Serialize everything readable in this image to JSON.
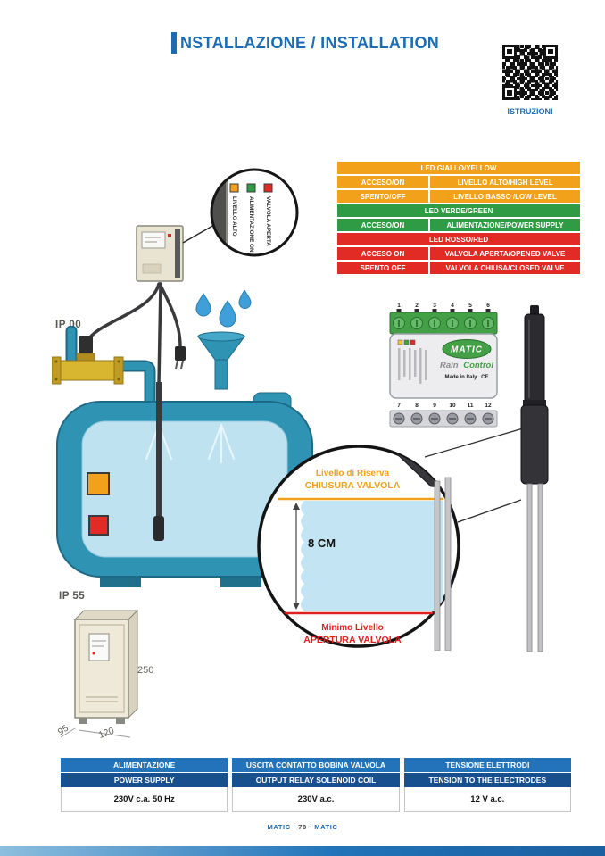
{
  "page": {
    "title": "NSTALLAZIONE / INSTALLATION",
    "qr_label": "ISTRUZIONI",
    "footer": {
      "left": "MATIC",
      "sep1": "·",
      "page": "78",
      "sep2": "·",
      "right": "MATIC"
    }
  },
  "colors": {
    "accent_blue": "#1b6cb3",
    "table_header_blue": "#2273b9",
    "table_header_dark_blue": "#174f8f",
    "led_yellow": "#f2a11b",
    "led_green": "#2f9c45",
    "led_red": "#e32b26",
    "tank_teal": "#2f93b4",
    "water_light_blue": "#c3e4f2"
  },
  "led_table": {
    "yellow": {
      "header": "LED GIALLO/YELLOW",
      "rows": [
        {
          "state": "ACCESO/ON",
          "desc": "LIVELLO ALTO/HIGH LEVEL"
        },
        {
          "state": "SPENTO/OFF",
          "desc": "LIVELLO BASSO /LOW LEVEL"
        }
      ]
    },
    "green": {
      "header": "LED VERDE/GREEN",
      "rows": [
        {
          "state": "ACCESO/ON",
          "desc": "ALIMENTAZIONE/POWER SUPPLY"
        }
      ]
    },
    "red": {
      "header": "LED ROSSO/RED",
      "rows": [
        {
          "state": "ACCESO ON",
          "desc": "VALVOLA APERTA/OPENED VALVE"
        },
        {
          "state": "SPENTO OFF",
          "desc": "VALVOLA CHIUSA/CLOSED VALVE"
        }
      ]
    }
  },
  "diagram": {
    "ip00_label": "IP 00",
    "ip55_label": "IP 55",
    "panel_leds": [
      {
        "label": "LIVELLO ALTO"
      },
      {
        "label": "ALIMENTAZIONE ON"
      },
      {
        "label": "VALVOLA APERTA"
      }
    ],
    "level_detail": {
      "reserve_line1": "Livello di Riserva",
      "reserve_line2": "CHIUSURA VALVOLA",
      "measure": "8 CM",
      "min_line1": "Minimo Livello",
      "min_line2": "APERTURA VALVOLA"
    },
    "device": {
      "brand": "MATIC",
      "product_word1": "Rain",
      "product_word2": "Control",
      "made_in": "Made in Italy",
      "ce_mark": "CE",
      "top_terminals": [
        "1",
        "2",
        "3",
        "4",
        "5",
        "6"
      ],
      "bottom_terminals": [
        "7",
        "8",
        "9",
        "10",
        "11",
        "12"
      ]
    },
    "cabinet": {
      "height_mm": "250",
      "depth_mm": "95",
      "width_mm": "120"
    }
  },
  "spec_table": {
    "columns": [
      {
        "it": "ALIMENTAZIONE",
        "en": "POWER SUPPLY",
        "value": "230V c.a. 50 Hz"
      },
      {
        "it": "USCITA CONTATTO BOBINA VALVOLA",
        "en": "OUTPUT RELAY SOLENOID COIL",
        "value": "230V a.c."
      },
      {
        "it": "TENSIONE ELETTRODI",
        "en": "TENSION TO THE ELECTRODES",
        "value": "12 V a.c."
      }
    ]
  }
}
